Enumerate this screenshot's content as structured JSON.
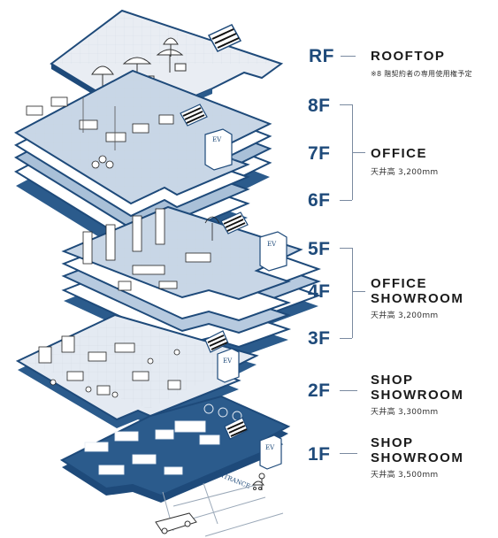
{
  "floors": {
    "rf": {
      "label": "RF",
      "name": "ROOFTOP",
      "note": "※8 階契約者の専用使用権予定"
    },
    "f8": {
      "label": "8F"
    },
    "f7": {
      "label": "7F",
      "name": "OFFICE",
      "note": "天井高 3,200mm"
    },
    "f6": {
      "label": "6F"
    },
    "f5": {
      "label": "5F"
    },
    "f4": {
      "label": "4F",
      "name_line1": "OFFICE",
      "name_line2": "SHOWROOM",
      "note": "天井高 3,200mm"
    },
    "f3": {
      "label": "3F"
    },
    "f2": {
      "label": "2F",
      "name_line1": "SHOP",
      "name_line2": "SHOWROOM",
      "note": "天井高 3,300mm"
    },
    "f1": {
      "label": "1F",
      "name_line1": "SHOP",
      "name_line2": "SHOWROOM",
      "note": "天井高 3,500mm"
    }
  },
  "illustration": {
    "ev_label": "EV",
    "entrance_label": "ENTRANCE"
  },
  "colors": {
    "navy": "#1e4a7a",
    "pale_blue": "#dfe6f0",
    "mid_blue": "#a9c0d8",
    "slab_blue": "#7ea3c8",
    "deep_floor": "#2b5b8c"
  }
}
